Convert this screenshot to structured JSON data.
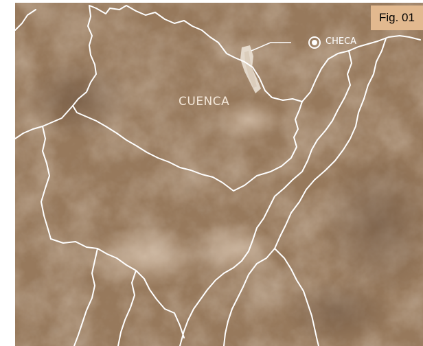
{
  "figure": {
    "label": "Fig. 01"
  },
  "map": {
    "region_label": "CUENCA",
    "city_label": "CHECA",
    "city_marker_icon": "location-target-icon"
  },
  "colors": {
    "terrain": "#9a7b5e",
    "terrain_dark": "#6f5440",
    "terrain_light": "#c8ad92",
    "boundary": "#ffffff",
    "badge": "#e2b98f"
  }
}
